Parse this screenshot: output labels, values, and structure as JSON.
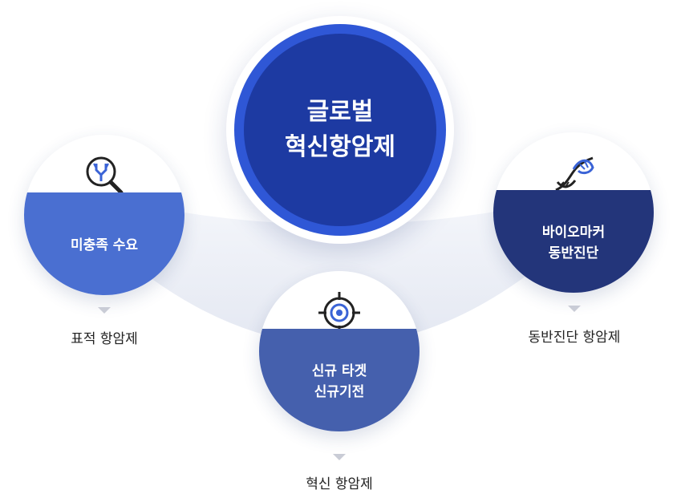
{
  "center": {
    "line1": "글로벌",
    "line2": "혁신항암제"
  },
  "nodes": {
    "left": {
      "caption_line1": "미충족 수요",
      "caption_line2": "",
      "label": "표적 항암제",
      "icon": "antibody-magnifier-icon"
    },
    "right": {
      "caption_line1": "바이오마커",
      "caption_line2": "동반진단",
      "label": "동반진단 항암제",
      "icon": "dna-icon"
    },
    "middle": {
      "caption_line1": "신규 타겟",
      "caption_line2": "신규기전",
      "label": "혁신 항암제",
      "icon": "target-icon"
    }
  },
  "colors": {
    "center_ring": "#2f57d6",
    "center_core": "#1d3aa2",
    "left_cap": "#4a6fd1",
    "right_cap": "#23357a",
    "middle_cap": "#4560ad",
    "arc": "#e9ecf4"
  }
}
